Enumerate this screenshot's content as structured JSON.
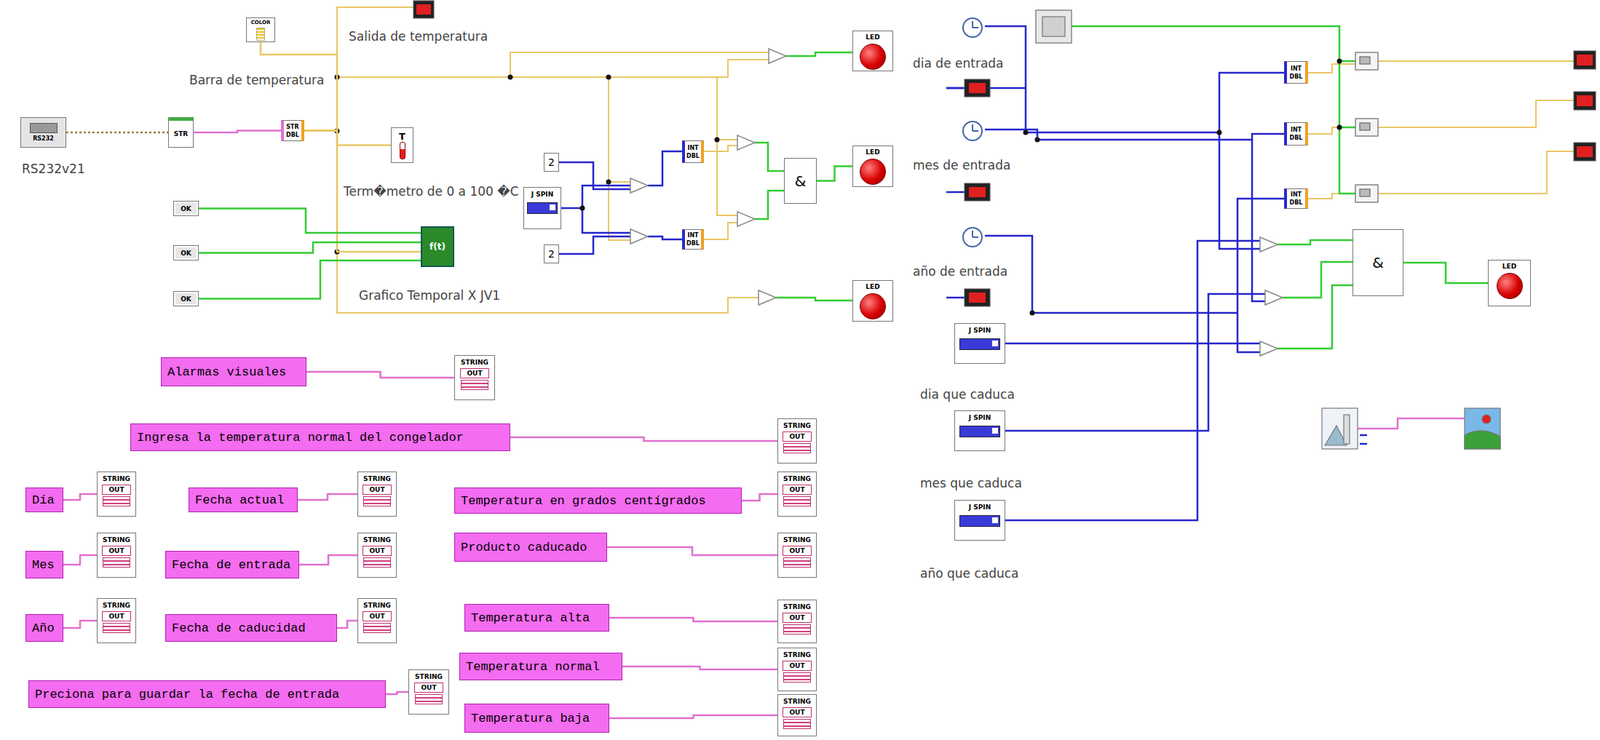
{
  "diagram": {
    "nodes": [
      {
        "text": [
          "COLOR"
        ]
      },
      {
        "text": [
          "RS232"
        ]
      },
      {
        "text": [
          "STR"
        ]
      },
      {
        "text": [
          "STR",
          "DBL"
        ]
      },
      {
        "text": [
          "T"
        ]
      },
      {
        "text": [
          "INT",
          "DBL"
        ]
      },
      {
        "text": [
          "LED"
        ]
      },
      {
        "text": [
          "2"
        ]
      },
      {
        "text": [
          "J SPIN"
        ]
      },
      {
        "text": [
          "&"
        ]
      },
      {
        "text": [
          "LED"
        ]
      },
      {
        "text": [
          "2"
        ]
      },
      {
        "text": [
          "INT",
          "DBL"
        ]
      },
      {
        "text": [
          "OK"
        ]
      },
      {
        "text": [
          "OK"
        ]
      },
      {
        "text": [
          "OK"
        ]
      },
      {
        "text": [
          "f(t)"
        ]
      },
      {
        "text": [
          "LED"
        ]
      },
      {
        "text": [
          "INT",
          "DBL"
        ]
      },
      {
        "text": [
          "INT",
          "DBL"
        ]
      },
      {
        "text": [
          "INT",
          "DBL"
        ]
      },
      {
        "text": [
          "&"
        ]
      },
      {
        "text": [
          "LED"
        ]
      },
      {
        "text": [
          "J SPIN"
        ]
      },
      {
        "text": [
          "J SPIN"
        ]
      },
      {
        "text": [
          "J SPIN"
        ]
      },
      {
        "text": [
          "Alarmas visuales"
        ]
      },
      {
        "text": [
          "STRING",
          "OUT"
        ]
      },
      {
        "text": [
          "Ingresa la temperatura normal del congelador"
        ]
      },
      {
        "text": [
          "STRING",
          "OUT"
        ]
      },
      {
        "text": [
          "Día"
        ]
      },
      {
        "text": [
          "STRING",
          "OUT"
        ]
      },
      {
        "text": [
          "Fecha actual"
        ]
      },
      {
        "text": [
          "STRING",
          "OUT"
        ]
      },
      {
        "text": [
          "Temperatura en grados centígrados"
        ]
      },
      {
        "text": [
          "STRING",
          "OUT"
        ]
      },
      {
        "text": [
          "Mes"
        ]
      },
      {
        "text": [
          "STRING",
          "OUT"
        ]
      },
      {
        "text": [
          "Fecha de entrada"
        ]
      },
      {
        "text": [
          "STRING",
          "OUT"
        ]
      },
      {
        "text": [
          "Producto caducado"
        ]
      },
      {
        "text": [
          "STRING",
          "OUT"
        ]
      },
      {
        "text": [
          "Año"
        ]
      },
      {
        "text": [
          "STRING",
          "OUT"
        ]
      },
      {
        "text": [
          "Fecha de caducidad"
        ]
      },
      {
        "text": [
          "STRING",
          "OUT"
        ]
      },
      {
        "text": [
          "Temperatura alta"
        ]
      },
      {
        "text": [
          "STRING",
          "OUT"
        ]
      },
      {
        "text": [
          "Temperatura normal"
        ]
      },
      {
        "text": [
          "STRING",
          "OUT"
        ]
      },
      {
        "text": [
          "Preciona para guardar la fecha de entrada"
        ]
      },
      {
        "text": [
          "STRING",
          "OUT"
        ]
      },
      {
        "text": [
          "Temperatura baja"
        ]
      },
      {
        "text": [
          "STRING",
          "OUT"
        ]
      }
    ],
    "edges": [
      {
        "from": 1,
        "to": 2,
        "arrow": "none"
      },
      {
        "from": 2,
        "to": 3,
        "arrow": "none"
      },
      {
        "from": 3,
        "to": 0,
        "arrow": "none"
      },
      {
        "from": 3,
        "to": 4,
        "arrow": "none"
      },
      {
        "from": 3,
        "to": 16,
        "arrow": "none"
      },
      {
        "from": 13,
        "to": 16,
        "arrow": "none"
      },
      {
        "from": 14,
        "to": 16,
        "arrow": "none"
      },
      {
        "from": 15,
        "to": 16,
        "arrow": "none"
      },
      {
        "from": 9,
        "to": 10,
        "arrow": "none"
      },
      {
        "from": 21,
        "to": 22,
        "arrow": "none"
      },
      {
        "from": 26,
        "to": 27,
        "arrow": "none"
      },
      {
        "from": 28,
        "to": 29,
        "arrow": "none"
      },
      {
        "from": 30,
        "to": 31,
        "arrow": "none"
      },
      {
        "from": 32,
        "to": 33,
        "arrow": "none"
      },
      {
        "from": 34,
        "to": 35,
        "arrow": "none"
      },
      {
        "from": 36,
        "to": 37,
        "arrow": "none"
      },
      {
        "from": 38,
        "to": 39,
        "arrow": "none"
      },
      {
        "from": 40,
        "to": 41,
        "arrow": "none"
      },
      {
        "from": 42,
        "to": 43,
        "arrow": "none"
      },
      {
        "from": 44,
        "to": 45,
        "arrow": "none"
      },
      {
        "from": 46,
        "to": 47,
        "arrow": "none"
      },
      {
        "from": 48,
        "to": 49,
        "arrow": "none"
      },
      {
        "from": 50,
        "to": 51,
        "arrow": "none"
      },
      {
        "from": 52,
        "to": 53,
        "arrow": "none"
      }
    ],
    "labels": [
      "Salida de temperatura",
      "Barra de temperatura",
      "RS232v21",
      "Term�metro de 0 a 100 �C",
      "Grafico Temporal X JV1",
      "dia de entrada",
      "mes de entrada",
      "año de entrada",
      "dia que caduca",
      "mes que caduca",
      "año que caduca"
    ]
  }
}
